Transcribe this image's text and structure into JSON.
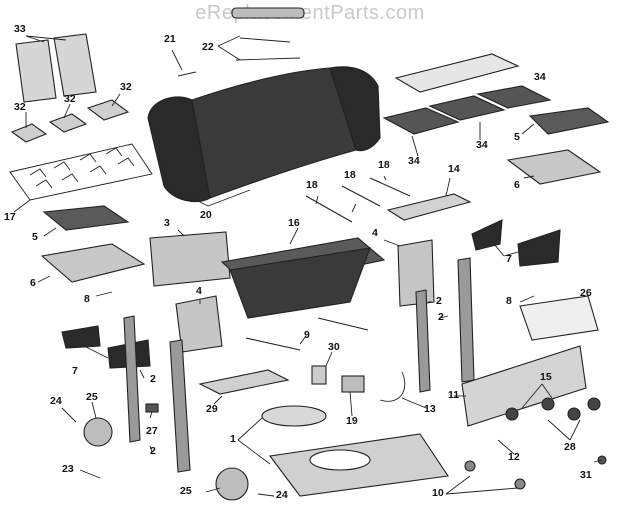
{
  "watermark": "eReplacementParts.com",
  "callouts": {
    "c1": "1",
    "c2a": "2",
    "c2b": "2",
    "c2c": "2",
    "c2d": "2",
    "c3": "3",
    "c4a": "4",
    "c4b": "4",
    "c5a": "5",
    "c5b": "5",
    "c6a": "6",
    "c6b": "6",
    "c7a": "7",
    "c7b": "7",
    "c8a": "8",
    "c8b": "8",
    "c9": "9",
    "c10": "10",
    "c11": "11",
    "c12": "12",
    "c13": "13",
    "c14": "14",
    "c15": "15",
    "c16": "16",
    "c17": "17",
    "c18a": "18",
    "c18b": "18",
    "c18c": "18",
    "c19": "19",
    "c20": "20",
    "c21": "21",
    "c22": "22",
    "c23": "23",
    "c24a": "24",
    "c24b": "24",
    "c25a": "25",
    "c25b": "25",
    "c26": "26",
    "c27": "27",
    "c28": "28",
    "c29": "29",
    "c30": "30",
    "c31": "31",
    "c32a": "32",
    "c32b": "32",
    "c32c": "32",
    "c33": "33",
    "c34a": "34",
    "c34b": "34",
    "c34c": "34"
  }
}
